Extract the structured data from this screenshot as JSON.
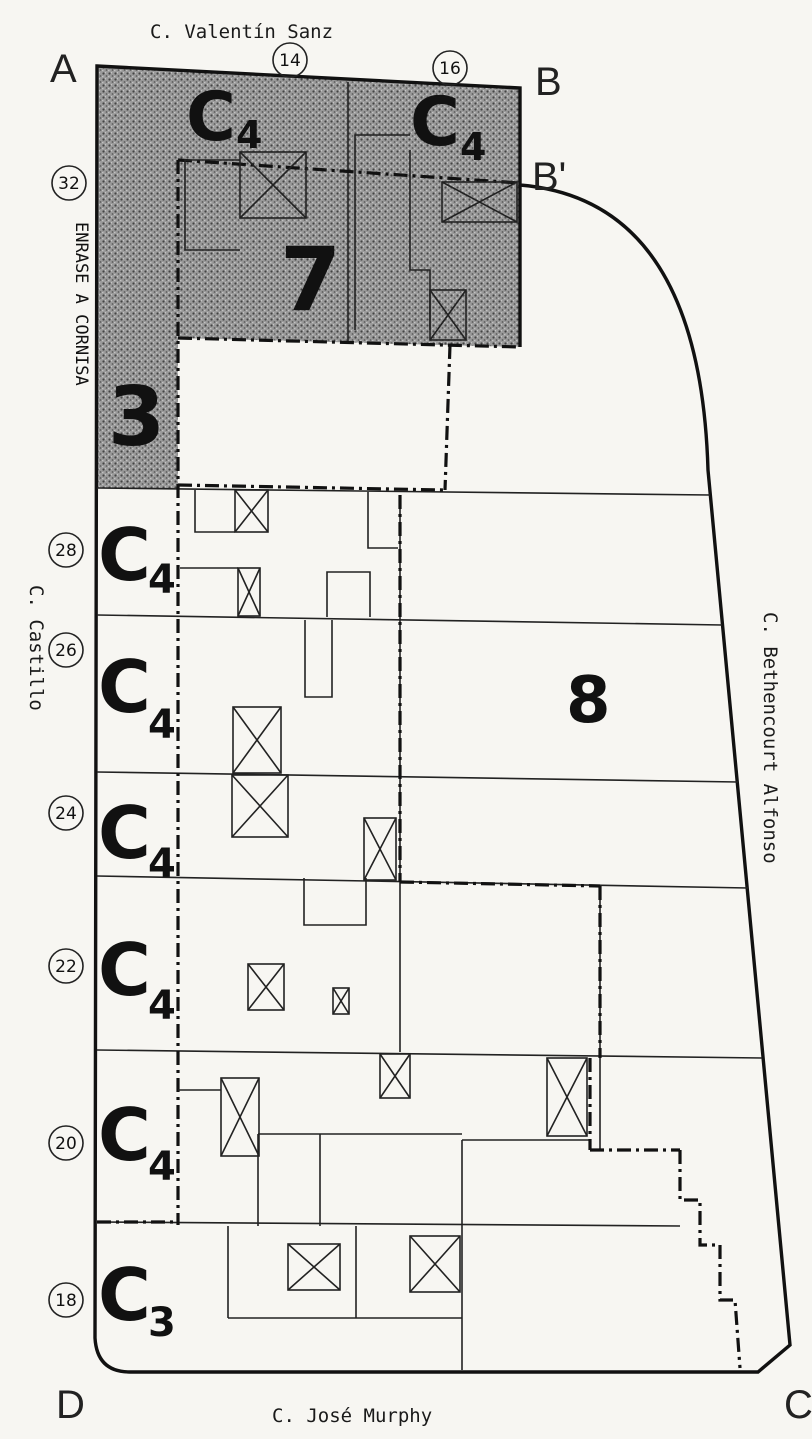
{
  "streets": {
    "top": "C. Valentín Sanz",
    "left": "C. Castillo",
    "right": "C. Bethencourt Alfonso",
    "bottom": "C. José Murphy"
  },
  "corners": {
    "a": "A",
    "b": "B",
    "b_prime": "B'",
    "c": "C",
    "d": "D"
  },
  "side_note": "ENRASE A CORNISA",
  "house_numbers": [
    "14",
    "16",
    "32",
    "28",
    "26",
    "24",
    "22",
    "20",
    "18"
  ],
  "zones": [
    {
      "letter": "C",
      "sub": "4"
    },
    {
      "letter": "C",
      "sub": "4"
    },
    {
      "letter": "C",
      "sub": "4"
    },
    {
      "letter": "C",
      "sub": "4"
    },
    {
      "letter": "C",
      "sub": "4"
    },
    {
      "letter": "C",
      "sub": "4"
    },
    {
      "letter": "C",
      "sub": "4"
    },
    {
      "letter": "C",
      "sub": "3"
    }
  ],
  "areas": {
    "seven": "7",
    "three": "3",
    "eight": "8"
  },
  "colors": {
    "ink": "#111111",
    "paper": "#f7f6f2",
    "shade": "#8a8a8a"
  }
}
